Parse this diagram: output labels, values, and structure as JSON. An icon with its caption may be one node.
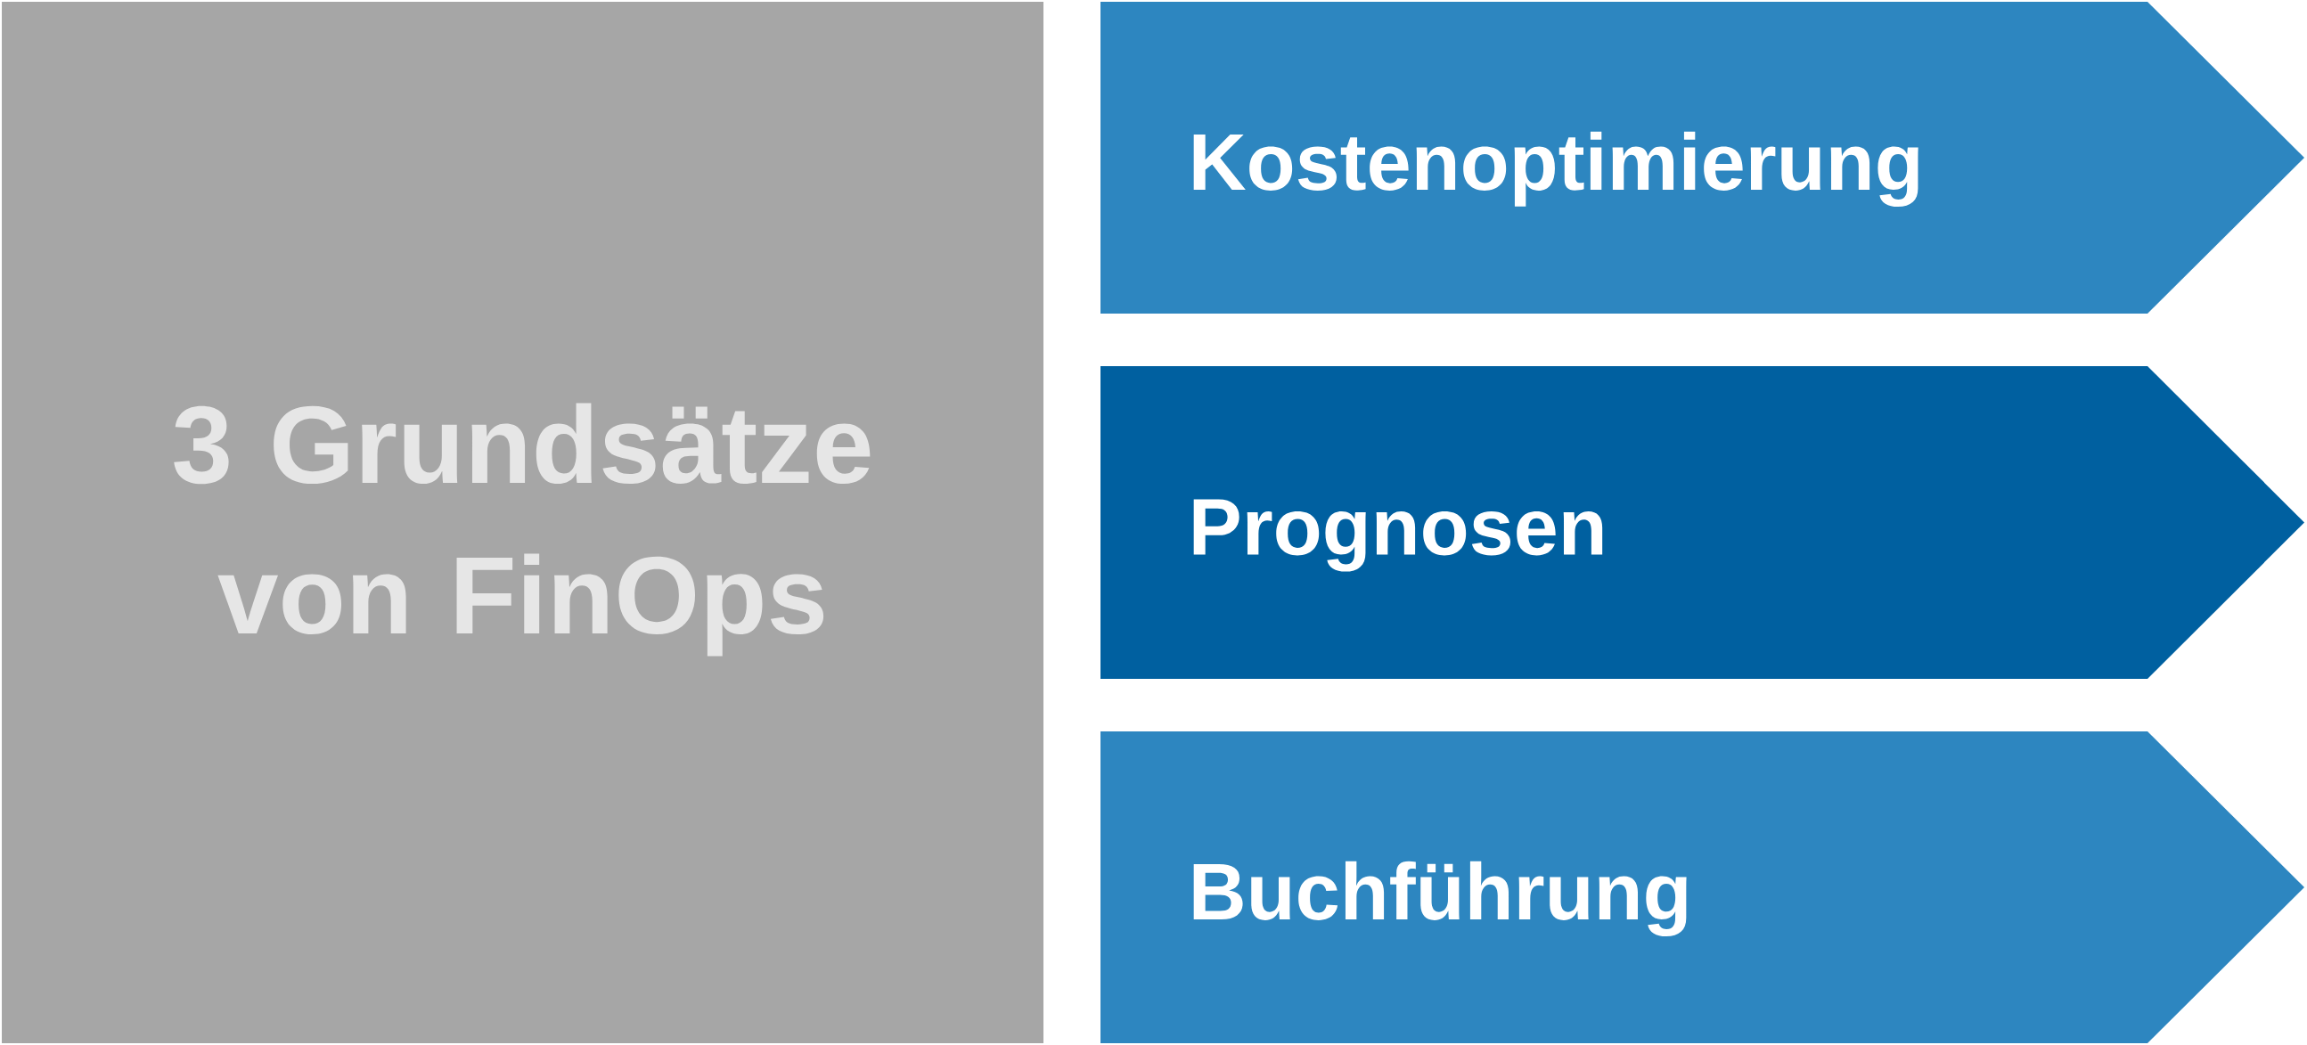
{
  "diagram": {
    "nodes": [
      {
        "text": [
          "3 Grundsätze von FinOps"
        ]
      },
      {
        "text": [
          "Kostenoptimierung"
        ]
      },
      {
        "text": [
          "Prognosen"
        ]
      },
      {
        "text": [
          "Buchführung"
        ]
      }
    ]
  }
}
